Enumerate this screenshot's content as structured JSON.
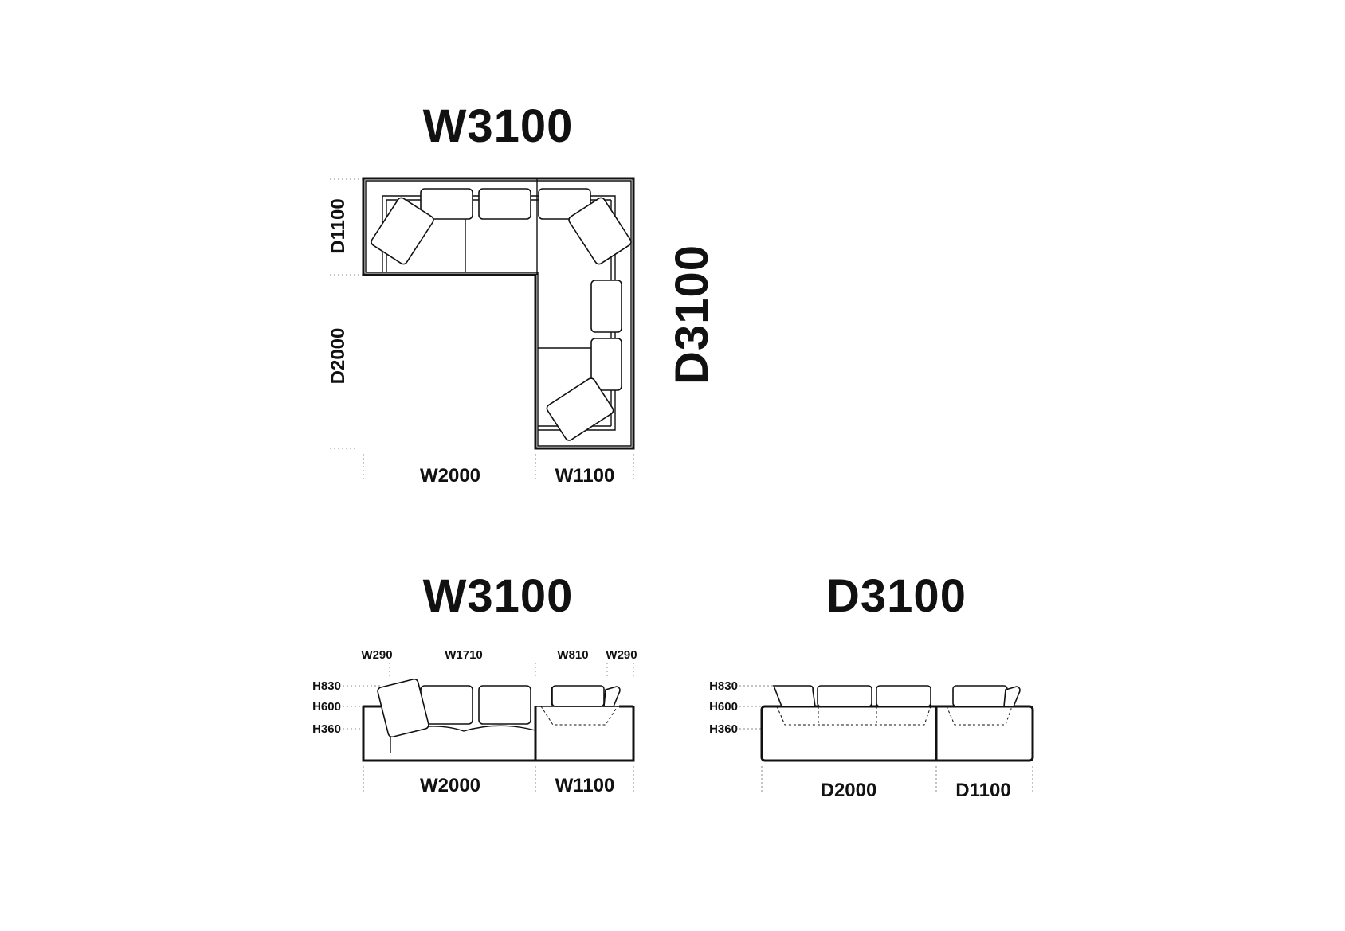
{
  "plan_view": {
    "total_width": "W3100",
    "total_depth": "D3100",
    "depth_upper": "D1100",
    "depth_lower": "D2000",
    "width_left": "W2000",
    "width_right": "W1100"
  },
  "front_view": {
    "title": "W3100",
    "top_dims": [
      "W290",
      "W1710",
      "W810",
      "W290"
    ],
    "heights": [
      "H830",
      "H600",
      "H360"
    ],
    "width_left": "W2000",
    "width_right": "W1100"
  },
  "side_view": {
    "title": "D3100",
    "heights": [
      "H830",
      "H600",
      "H360"
    ],
    "depth_left": "D2000",
    "depth_right": "D1100"
  }
}
